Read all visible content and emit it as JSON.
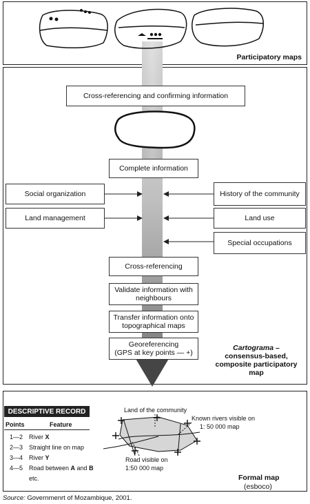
{
  "participatory": {
    "label": "Participatory maps"
  },
  "flow": {
    "cross_ref_confirm": "Cross-referencing and confirming information",
    "complete_info": "Complete information",
    "cross_referencing": "Cross-referencing",
    "validate": "Validate information with neighbours",
    "transfer": "Transfer information onto topographical maps",
    "georef_1": "Georeferencing",
    "georef_2": "(GPS at key points — +)"
  },
  "left_inputs": [
    "Social organization",
    "Land management"
  ],
  "right_inputs": [
    "History of the community",
    "Land use",
    "Special occupations"
  ],
  "cartograma": {
    "title": "Cartograma –",
    "line1": "consensus-based,",
    "line2": "composite participatory",
    "line3": "map"
  },
  "record": {
    "title": "DESCRIPTIVE RECORD",
    "col_points": "Points",
    "col_feature": "Feature",
    "rows": [
      {
        "points": "1—2",
        "feature": "River ",
        "bold": "X",
        "after": ""
      },
      {
        "points": "2—3",
        "feature": "Straight line on map",
        "bold": "",
        "after": ""
      },
      {
        "points": "3—4",
        "feature": "River ",
        "bold": "Y",
        "after": ""
      },
      {
        "points": "4—5",
        "feature": "Road between ",
        "bold": "A",
        "after": " and "
      }
    ],
    "row4_bold2": "B",
    "row5": "etc."
  },
  "formal_map": {
    "land_label": "Land of the community",
    "rivers_1": "Known rivers visible on",
    "rivers_2": "1: 50 000 map",
    "road_1": "Road visible on",
    "road_2": "1:50 000 map",
    "title": "Formal map",
    "subtitle": "(esboco)"
  },
  "source": {
    "prefix": "Source:",
    "text": " Governmenrt of Mozambique, 2001."
  },
  "colors": {
    "arrow_dark": "#454545",
    "arrow_light": "#d8d8d8",
    "map_fill": "#d6d6d6"
  }
}
